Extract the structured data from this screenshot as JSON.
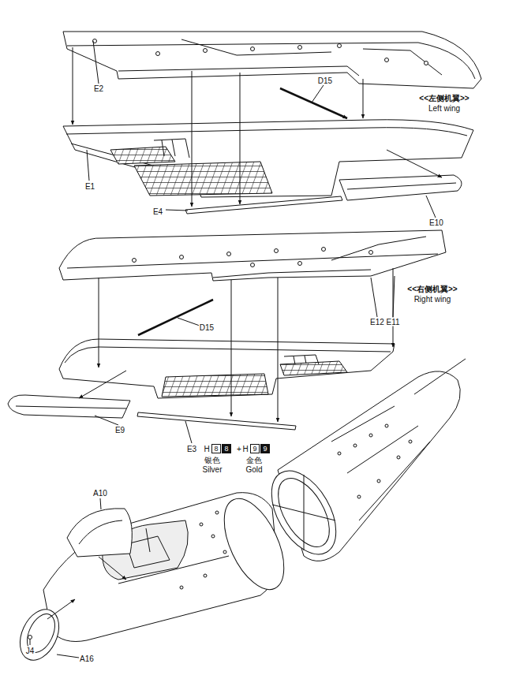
{
  "diagram": {
    "nodes": [
      {
        "text": [
          "8"
        ]
      },
      {
        "text": [
          "8"
        ]
      },
      {
        "text": [
          "9"
        ]
      },
      {
        "text": [
          "9"
        ]
      }
    ],
    "labels": [
      "<<左侧机翼>>",
      "Left wing",
      "E2",
      "D15",
      "E1",
      "E4",
      "E10",
      "<<右侧机翼>>",
      "Right wing",
      "D15",
      "E12",
      "E11",
      "E9",
      "E3",
      "H",
      "+",
      "H",
      "银色",
      "Silver",
      "金色",
      "Gold",
      "A10",
      "J4",
      "A16"
    ]
  }
}
